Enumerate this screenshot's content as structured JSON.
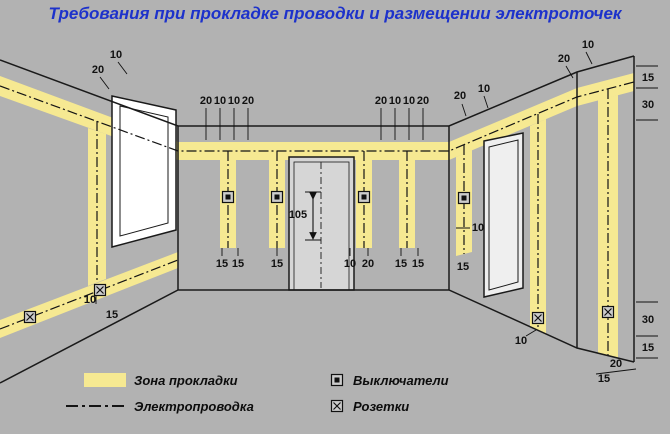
{
  "title": "Требования при прокладке проводки и размещении электроточек",
  "colors": {
    "background": "#b2b2b2",
    "zone": "#f6e992",
    "title_text": "#1d32cb",
    "line": "#1a1a1a"
  },
  "legend": {
    "zone": "Зона прокладки",
    "wiring": "Электропроводка",
    "switches": "Выключатели",
    "outlets": "Розетки"
  },
  "dims": {
    "tl10": "10",
    "tl20": "20",
    "g1": [
      "20",
      "10",
      "10",
      "20"
    ],
    "g2": [
      "20",
      "10",
      "10",
      "20"
    ],
    "rc20": "20",
    "rc10": "10",
    "fr10": "10",
    "fr20": "20",
    "re15a": "15",
    "re30a": "30",
    "re30b": "30",
    "re15b": "15",
    "rb20": "20",
    "rb15": "15",
    "h105": "105",
    "b1a": "15",
    "b1b": "15",
    "b2": "15",
    "b3a": "10",
    "b3b": "20",
    "b4a": "15",
    "b4b": "15",
    "rw10": "10",
    "rw15": "15",
    "rd10": "10",
    "ll10": "10",
    "ll15": "15"
  }
}
